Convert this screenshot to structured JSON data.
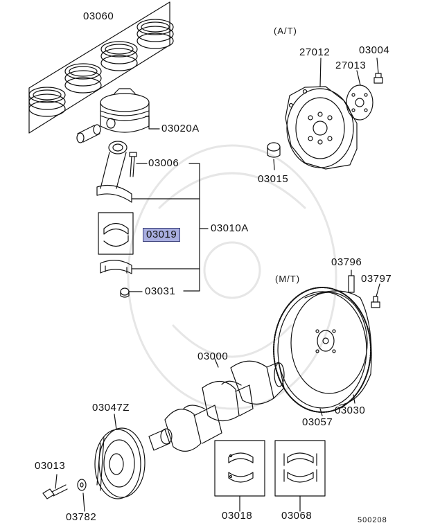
{
  "diagram": {
    "sections": {
      "at": "(A/T)",
      "mt": "(M/T)"
    },
    "parts": {
      "p03060": "03060",
      "p03020A": "03020A",
      "p03006": "03006",
      "p03019": "03019",
      "p03010A": "03010A",
      "p03031": "03031",
      "p27012": "27012",
      "p03004": "03004",
      "p27013": "27013",
      "p03015": "03015",
      "p03796": "03796",
      "p03797": "03797",
      "p03000": "03000",
      "p03047Z": "03047Z",
      "p03030": "03030",
      "p03057": "03057",
      "p03013": "03013",
      "p03782": "03782",
      "p03018": "03018",
      "p03068": "03068"
    },
    "highlight_color": "#a9aee0",
    "diagram_number": "500208"
  }
}
